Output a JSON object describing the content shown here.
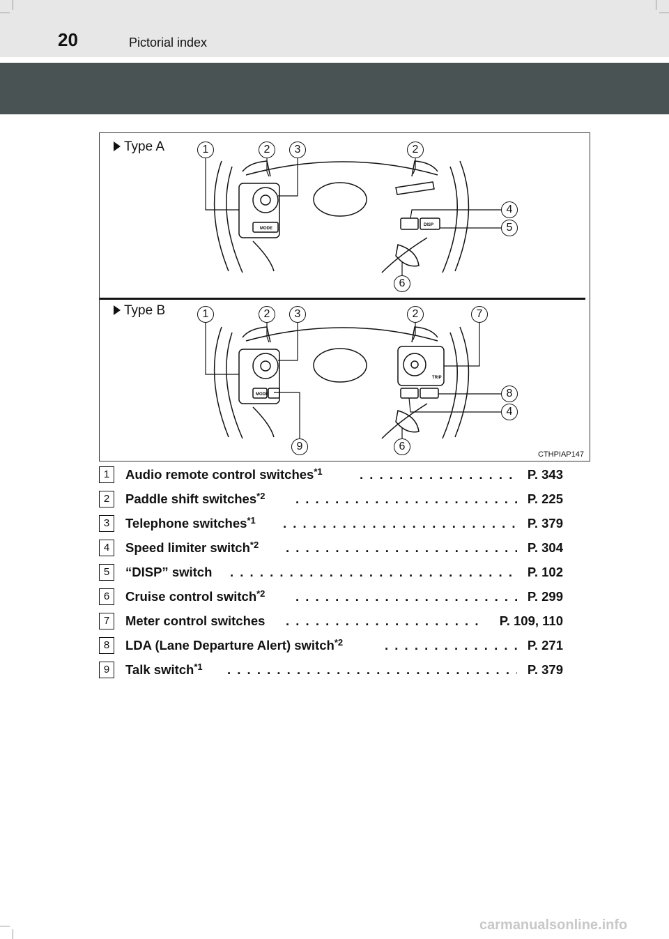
{
  "header": {
    "page_number": "20",
    "section": "Pictorial index"
  },
  "figure": {
    "type_a_label": "Type A",
    "type_b_label": "Type B",
    "code": "CTHPIAP147",
    "callouts_a": [
      "1",
      "2",
      "3",
      "2",
      "4",
      "5",
      "6"
    ],
    "callouts_b": [
      "1",
      "2",
      "3",
      "2",
      "7",
      "8",
      "4",
      "9",
      "6"
    ],
    "switch_labels": {
      "mode": "MODE",
      "disp": "DISP",
      "trip": "TRIP"
    }
  },
  "legend": [
    {
      "num": "1",
      "label": "Audio remote control switches",
      "note": "*1",
      "page": "P. 343"
    },
    {
      "num": "2",
      "label": "Paddle shift switches",
      "note": "*2",
      "page": "P. 225"
    },
    {
      "num": "3",
      "label": "Telephone switches",
      "note": "*1",
      "page": "P. 379"
    },
    {
      "num": "4",
      "label": "Speed limiter switch",
      "note": "*2",
      "page": "P. 304"
    },
    {
      "num": "5",
      "label": "“DISP” switch",
      "note": "",
      "page": "P. 102"
    },
    {
      "num": "6",
      "label": "Cruise control switch",
      "note": "*2",
      "page": "P. 299"
    },
    {
      "num": "7",
      "label": "Meter control switches",
      "note": "",
      "page": "P. 109, 110"
    },
    {
      "num": "8",
      "label": "LDA (Lane Departure Alert) switch",
      "note": "*2",
      "page": "P. 271"
    },
    {
      "num": "9",
      "label": "Talk switch",
      "note": "*1",
      "page": "P. 379"
    }
  ],
  "footer": {
    "watermark": "carmanualsonline.info"
  }
}
